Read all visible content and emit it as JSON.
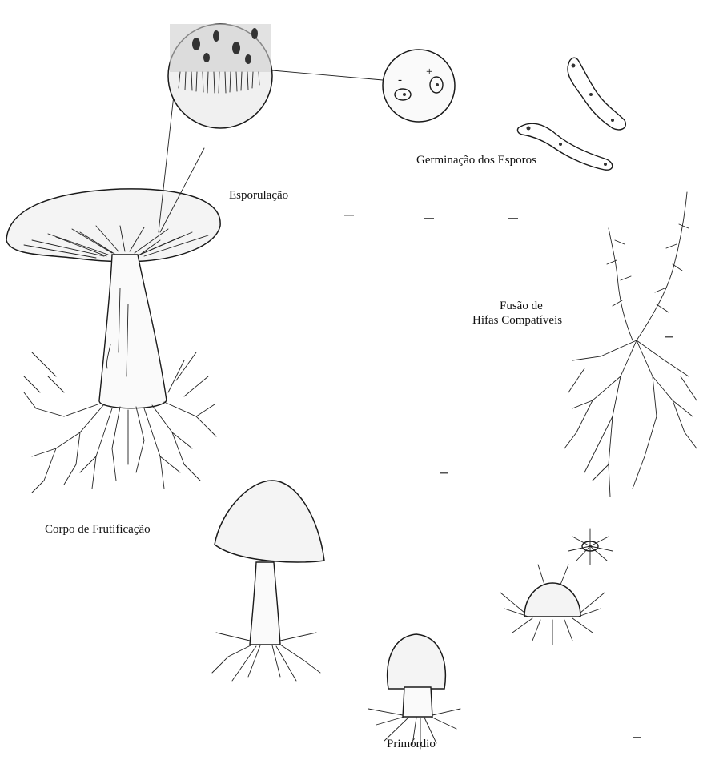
{
  "labels": {
    "sporulation": "Esporulação",
    "spore_germination": "Germinação dos Esporos",
    "hyphae_fusion_line1": "Fusão de",
    "hyphae_fusion_line2": "Hifas Compatíveis",
    "fruiting_body": "Corpo de Frutificação",
    "primordium": "Primórdio"
  },
  "spore_signs": [
    "-",
    "+"
  ]
}
